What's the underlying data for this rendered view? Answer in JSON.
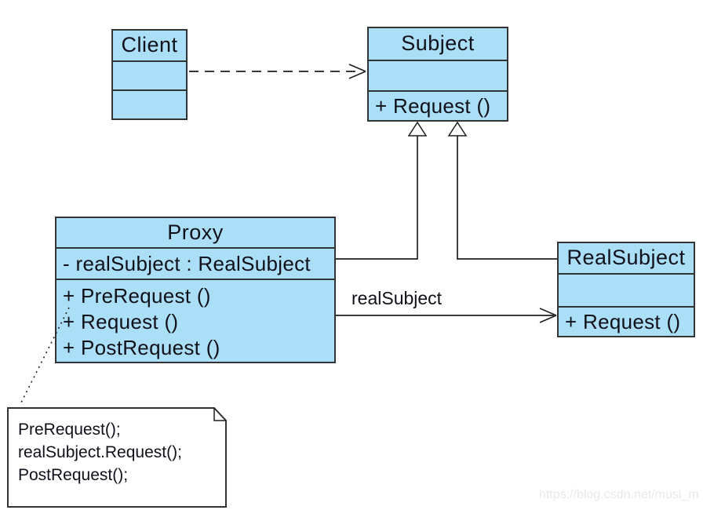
{
  "diagram_title": "Proxy pattern UML class diagram",
  "colors": {
    "box-fill": "#abdff7",
    "box-border": "#333333",
    "line": "#1f1f1f",
    "text": "#10101a",
    "note-fill": "#ffffff",
    "watermark": "#e9e9e9",
    "background": "#ffffff"
  },
  "classes": {
    "client": {
      "name": "Client",
      "attributes": [],
      "methods": []
    },
    "subject": {
      "name": "Subject",
      "attributes": [],
      "methods": [
        "+ Request ()"
      ]
    },
    "proxy": {
      "name": "Proxy",
      "attributes": [
        "- realSubject : RealSubject"
      ],
      "methods": [
        "+ PreRequest ()",
        "+ Request ()",
        "+ PostRequest ()"
      ]
    },
    "realsubject": {
      "name": "RealSubject",
      "attributes": [],
      "methods": [
        "+ Request ()"
      ]
    }
  },
  "relationships": {
    "dependency": {
      "type": "dependency",
      "from": "Client",
      "to": "Subject",
      "label": ""
    },
    "gen_proxy": {
      "type": "generalization",
      "from": "Proxy",
      "to": "Subject"
    },
    "gen_realsubject": {
      "type": "generalization",
      "from": "RealSubject",
      "to": "Subject"
    },
    "association": {
      "type": "directed-association",
      "from": "Proxy",
      "to": "RealSubject",
      "label": "realSubject"
    }
  },
  "note": {
    "lines": [
      "PreRequest();",
      "realSubject.Request();",
      "PostRequest();"
    ],
    "attached_to": "Proxy.Request()"
  },
  "watermark": "https://blog.csdn.net/musi_m"
}
